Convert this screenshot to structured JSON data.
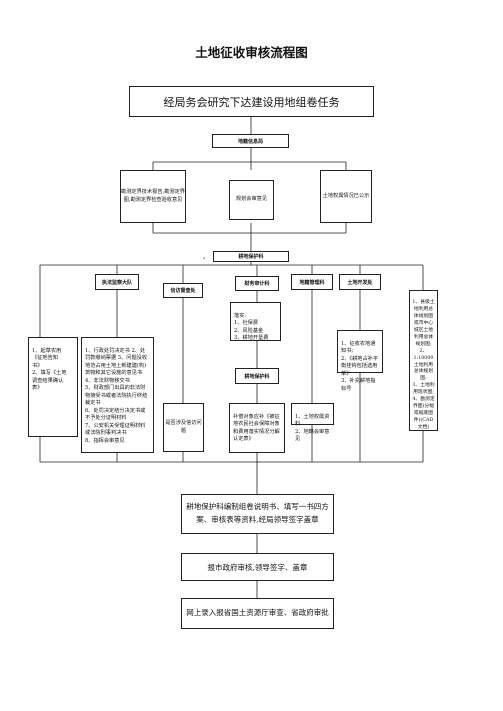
{
  "title": "土地征收审核流程图",
  "top_task": "经局务会研究下达建设用地组卷任务",
  "dept": "地籍信息局",
  "row1": [
    "勘测定界技术报告,勘测定界图,勘测定界检查验收意见",
    "规划会审意见",
    "土地权属情况已公示"
  ],
  "farm_material": "耕地保护科",
  "units": [
    "执法监察大队",
    "信访督查处",
    "财务审计科",
    "地籍管理科",
    "土地开发处"
  ],
  "stray_mark": "'",
  "left_note": "1、起草农用\n《征地告知\n书》\n2、填写《土地\n调查结果确认\n表》",
  "enforce_detail": "1、行政处罚决定书 2、处罚款缴纳票据 3、问题没收地范占用土地上新建建(构)筑物和其它设施的意见书\n4、非法财物移交书\n5、财政部门出具的非法财物接受书或者法院执行终结裁定书\n6、处罚决定结分决定书或不予处分证明材料\n7、公安机关受理证明材料或法院刑事判决书\n8、指挥会审意见",
  "petition_detail": "是否涉及信访问题",
  "finance_detail": "落实:\n1、社保费\n2、风险基金\n3、耕地开垦费",
  "arable_protect": "耕地保护科",
  "finance_bottom": "补偿对象应补《被征地农民社会保障对象和费用落实情况分解认定表》",
  "cadastral_detail": "1、土地权属资料\n2、地籍会审意见",
  "develop_detail": "1、征收农地通知书;\n2、《耕地占补平衡挂钩包括选用单》\n3、补充耕地指标号",
  "right_note": "1、县级土地利用总体规划图或市中心城区土地利用总体规划图;\n2、1:10000土地利用总体规划图;\n3、土地利用现状图;\n4、勘测定界图(分幅或缩底图件)(CAD文档)",
  "bottom_steps": [
    "耕地保护科编制组卷说明书、填写一书四方案、审核表等资料,经局领导签字盖章",
    "报市政府审核,领导签字、盖章",
    "网上录入报省国土资源厅审查、省政府审批"
  ]
}
